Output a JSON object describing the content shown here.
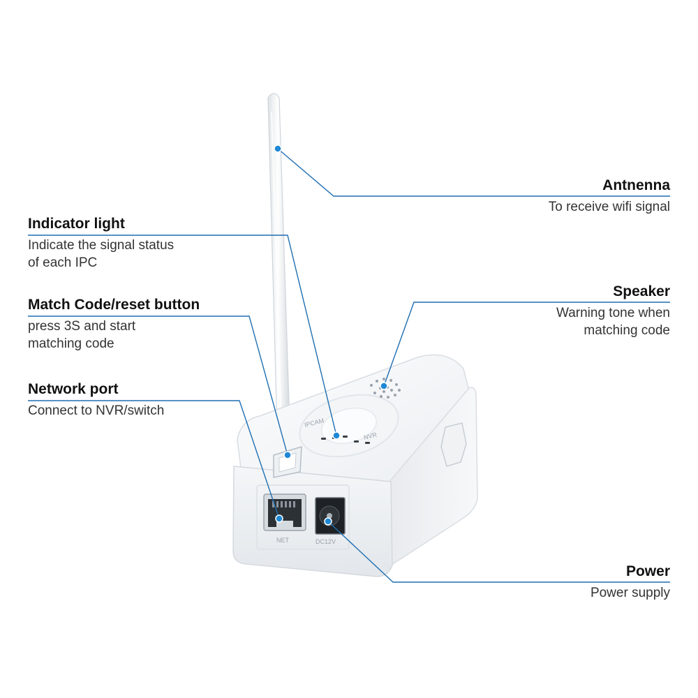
{
  "callouts": {
    "antenna": {
      "title": "Antnenna",
      "desc": [
        "To receive wifi signal"
      ]
    },
    "indicator": {
      "title": "Indicator light",
      "desc": [
        "Indicate the signal status",
        "of each IPC"
      ]
    },
    "match": {
      "title": "Match Code/reset button",
      "desc": [
        "press 3S and start",
        "matching code"
      ]
    },
    "network": {
      "title": "Network port",
      "desc": [
        "Connect to NVR/switch"
      ]
    },
    "speaker": {
      "title": "Speaker",
      "desc": [
        "Warning tone when",
        "matching code"
      ]
    },
    "power": {
      "title": "Power",
      "desc": [
        "Power supply"
      ]
    }
  },
  "device": {
    "ipcam_label": "IPCAM",
    "nvr_label": "NVR",
    "net_label": "NET",
    "dc_label": "DC12V"
  },
  "colors": {
    "callout_line": "#1f6fb2",
    "callout_dot": "#1e88d6"
  }
}
